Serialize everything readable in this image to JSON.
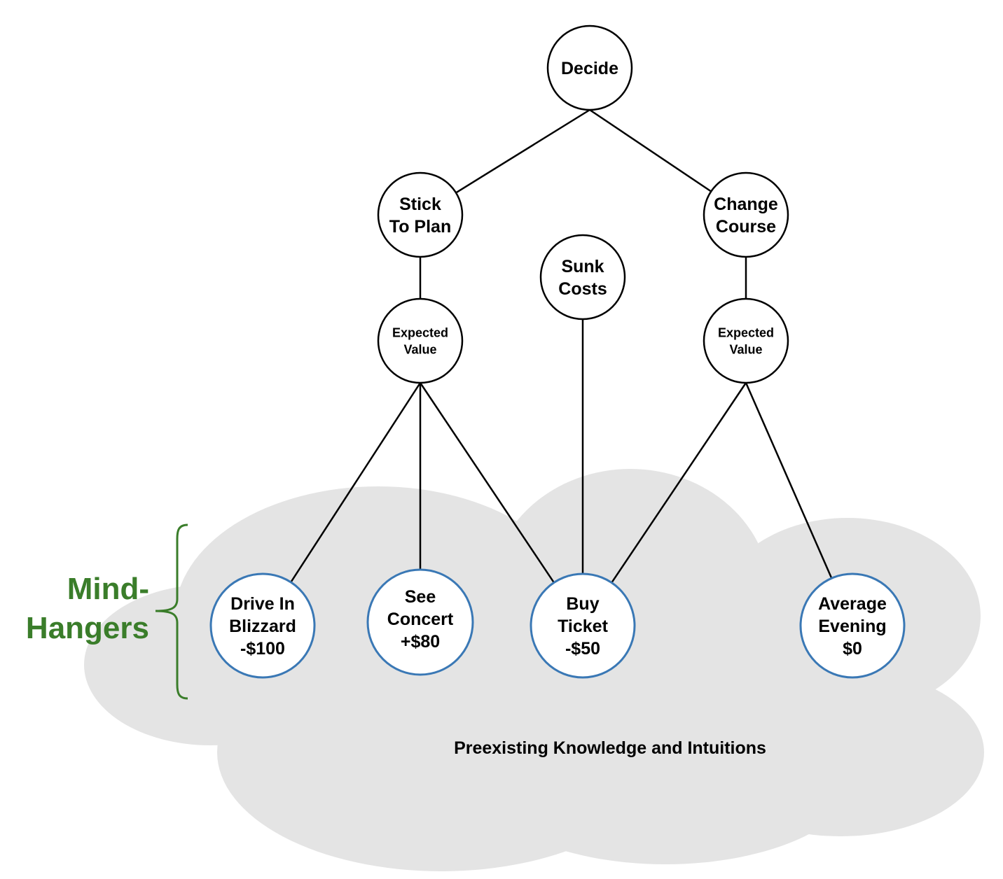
{
  "colors": {
    "node_stroke": "#000000",
    "leaf_stroke": "#3a78b5",
    "cloud_fill": "#e4e4e4",
    "brace": "#3a7d2a",
    "negative": "#c0393f",
    "positive": "#3a8a2a",
    "neutral": "#c9a043"
  },
  "nodes": {
    "decide": {
      "lines": [
        "Decide"
      ]
    },
    "stick_to_plan": {
      "lines": [
        "Stick",
        "To Plan"
      ]
    },
    "change_course": {
      "lines": [
        "Change",
        "Course"
      ]
    },
    "sunk_costs": {
      "lines": [
        "Sunk",
        "Costs"
      ]
    },
    "ev_left": {
      "lines": [
        "Expected",
        "Value"
      ]
    },
    "ev_right": {
      "lines": [
        "Expected",
        "Value"
      ]
    }
  },
  "leaves": [
    {
      "id": "drive_in_blizzard",
      "lines": [
        "Drive In",
        "Blizzard"
      ],
      "value": "-$100",
      "tone": "negative"
    },
    {
      "id": "see_concert",
      "lines": [
        "See",
        "Concert"
      ],
      "value": "+$80",
      "tone": "positive"
    },
    {
      "id": "buy_ticket",
      "lines": [
        "Buy",
        "Ticket"
      ],
      "value": "-$50",
      "tone": "negative"
    },
    {
      "id": "average_evening",
      "lines": [
        "Average",
        "Evening"
      ],
      "value": "$0",
      "tone": "neutral"
    }
  ],
  "edges": [
    [
      "decide",
      "stick_to_plan"
    ],
    [
      "decide",
      "change_course"
    ],
    [
      "stick_to_plan",
      "ev_left"
    ],
    [
      "change_course",
      "ev_right"
    ],
    [
      "ev_left",
      "drive_in_blizzard"
    ],
    [
      "ev_left",
      "see_concert"
    ],
    [
      "ev_left",
      "buy_ticket"
    ],
    [
      "sunk_costs",
      "buy_ticket"
    ],
    [
      "ev_right",
      "buy_ticket"
    ],
    [
      "ev_right",
      "average_evening"
    ]
  ],
  "mind_hangers": {
    "line1": "Mind-",
    "line2": "Hangers"
  },
  "cloud_caption": "Preexisting Knowledge and Intuitions"
}
